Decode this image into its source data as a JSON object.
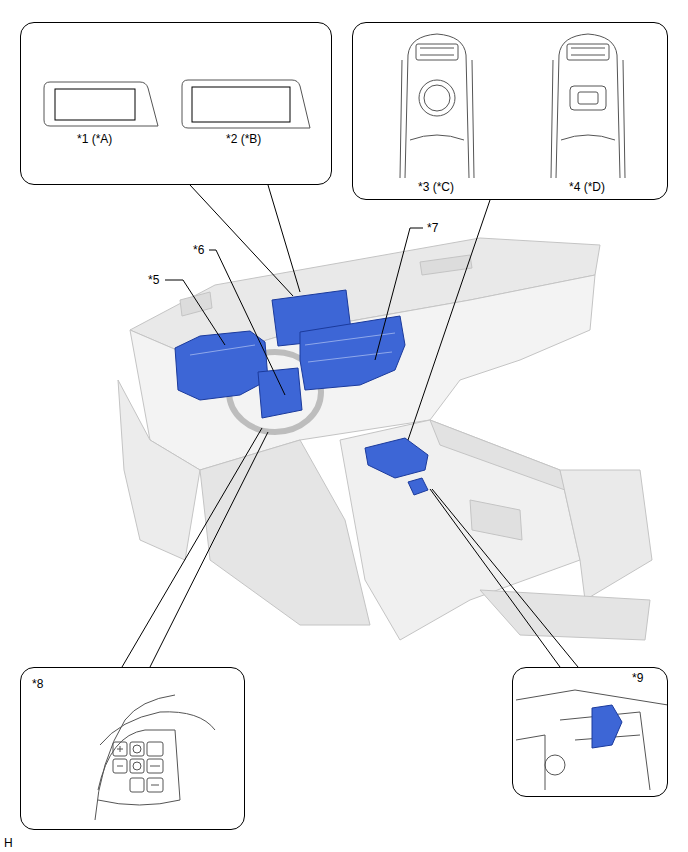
{
  "diagram": {
    "nodes": [
      {
        "text": [
          "*1 (*A)",
          "*2 (*B)"
        ]
      },
      {
        "text": [
          "*3 (*C)",
          "*4 (*D)"
        ]
      },
      {
        "text": [
          "*8"
        ]
      },
      {
        "text": [
          "*9"
        ]
      }
    ],
    "labels": [
      "*5",
      "*6",
      "*7",
      "H"
    ]
  }
}
